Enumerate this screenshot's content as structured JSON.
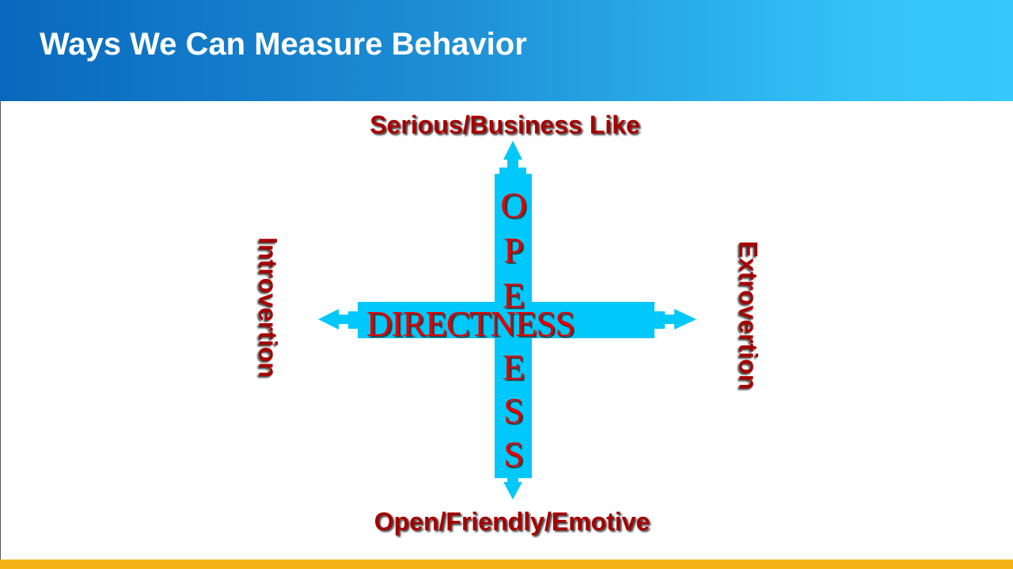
{
  "slide": {
    "title": "Ways We Can Measure Behavior",
    "colors": {
      "header_start": "#0968bd",
      "header_end": "#36c8fb",
      "footer": "#f5b31a",
      "arrow": "#00c8fa",
      "label": "#a50000",
      "axis_text": "#e00000"
    }
  },
  "diagram": {
    "top_label": "Serious/Business Like",
    "bottom_label": "Open/Friendly/Emotive",
    "left_label": "Introvertion",
    "right_label": "Extrovertion",
    "horizontal_axis": "DIRECTNESS",
    "vertical_letters": [
      "O",
      "P",
      "E",
      "E",
      "S",
      "S"
    ]
  }
}
